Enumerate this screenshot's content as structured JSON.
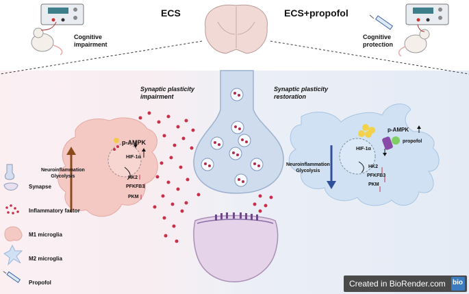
{
  "header": {
    "left_title": "ECS",
    "right_title": "ECS+propofol",
    "left_outcome": "Cognitive\nimpairment",
    "right_outcome": "Cognitive\nprotection"
  },
  "left_panel": {
    "heading": "Synaptic plasticity\nimpairment",
    "side_label": "Neuroinflammation\nGlycolysis",
    "pampk": "p-AMPK",
    "hif": "HIF-1α",
    "hk2": "HK2",
    "pfkfb3": "PFKFB3",
    "pkm": "PKM"
  },
  "right_panel": {
    "heading": "Synaptic plasticity\nrestoration",
    "side_label": "Neuroinflammation\nGlycolysis",
    "pampk": "p-AMPK",
    "propofol": "propofol",
    "hif": "HIF-1α",
    "hk2": "HK2",
    "pfkfb3": "PFKFB3",
    "pkm": "PKM"
  },
  "legend": [
    {
      "label": "Synapse"
    },
    {
      "label": "Inflammatory factor"
    },
    {
      "label": "M1 microglia"
    },
    {
      "label": "M2 microglia"
    },
    {
      "label": "Propofol"
    }
  ],
  "badge": {
    "text": "Created in BioRender.com",
    "logo": "bio"
  },
  "colors": {
    "inflammation_red": "#c8304a",
    "up_arrow": "#8b4a1c",
    "down_arrow": "#2f4f9a",
    "m1_fill": "#f4c9c4",
    "m2_fill": "#cfe1f3"
  }
}
